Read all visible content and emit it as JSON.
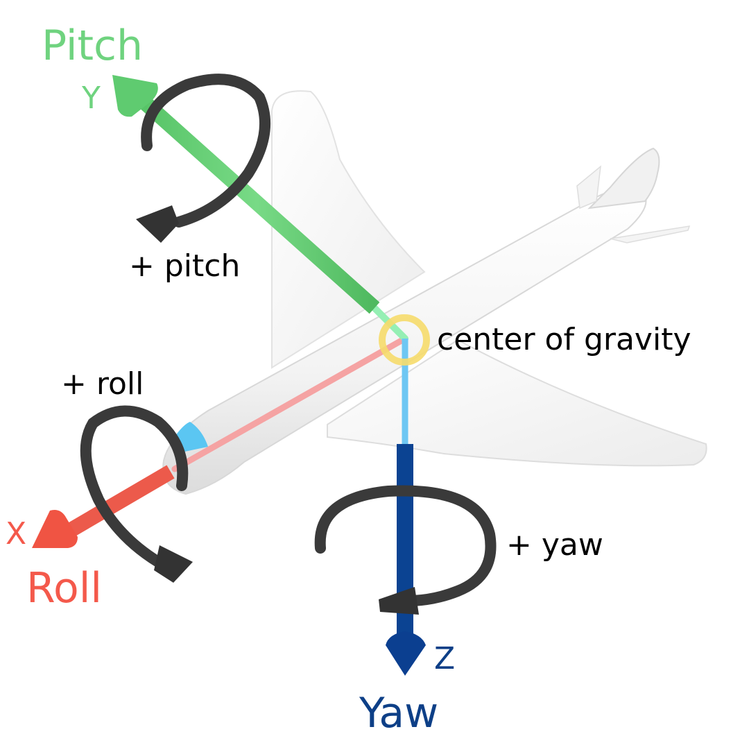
{
  "labels": {
    "pitch_title": "Pitch",
    "y_axis": "Y",
    "pitch_note": "+ pitch",
    "center_of_gravity": "center of gravity",
    "roll_note": "+ roll",
    "x_axis": "X",
    "roll_title": "Roll",
    "yaw_note": "+ yaw",
    "z_axis": "Z",
    "yaw_title": "Yaw"
  },
  "colors": {
    "pitch": "#6fd37f",
    "pitch_axis": "#63cf73",
    "roll": "#f4594b",
    "roll_axis": "#f05a48",
    "yaw": "#0d3f87",
    "yaw_axis": "#0c4392",
    "cog_ring": "#f6dc6c",
    "rotation_arrow": "#3a3a3a",
    "airplane_body": "#f7f7f7"
  },
  "icons": {
    "pitch_rotation": "curved-rotation-arrow-icon",
    "roll_rotation": "curved-rotation-arrow-icon",
    "yaw_rotation": "curved-rotation-arrow-icon"
  }
}
